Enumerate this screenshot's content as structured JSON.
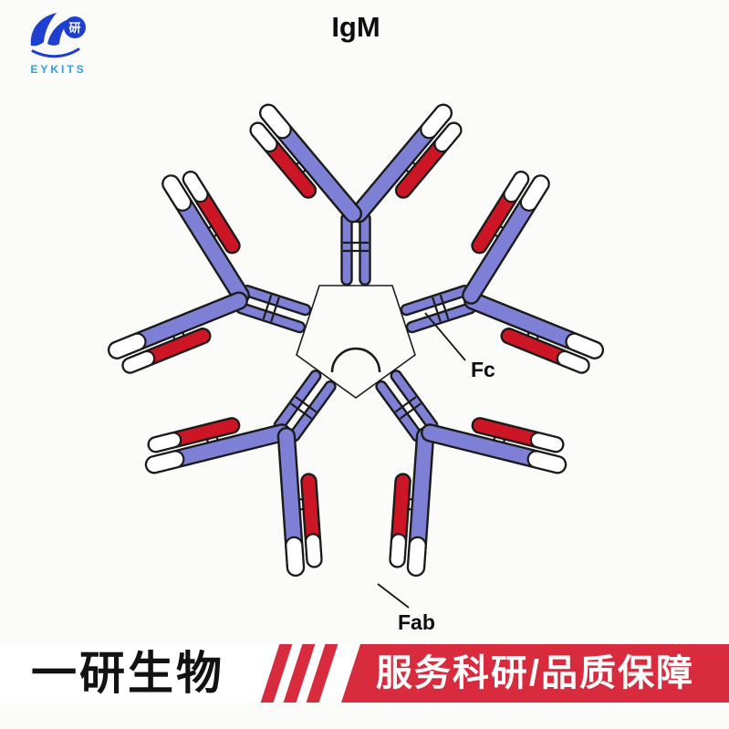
{
  "logo": {
    "symbol_glyph": "研",
    "brand_text": "EYKITS"
  },
  "diagram": {
    "title": "IgM",
    "labels": {
      "fc": "Fc",
      "fab": "Fab"
    }
  },
  "banner": {
    "left_text": "一研生物",
    "right_text": "服务科研/品质保障"
  },
  "colors": {
    "heavy-chain": "#7d80d4",
    "light-chain": "#cc1626",
    "outline": "#1b1b1b",
    "banner-red": "#d82b3d",
    "logo-blue": "#1f3fd0",
    "logo-text-blue": "#2d9fe2"
  }
}
